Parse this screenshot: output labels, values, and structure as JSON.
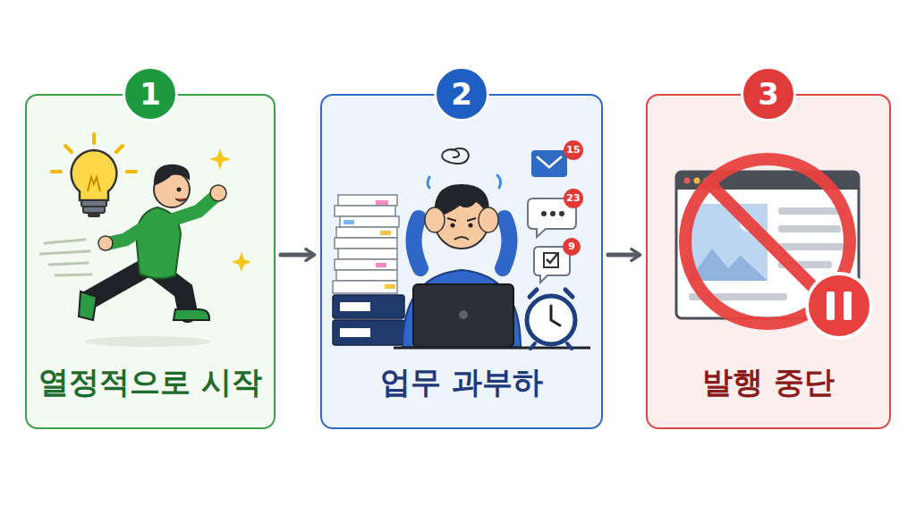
{
  "diagram": {
    "nodes": [
      {
        "text": [
          "열정적으로 시작"
        ]
      },
      {
        "text": [
          "1"
        ],
        "in": 0
      },
      {
        "text": [
          "업무 과부하"
        ]
      },
      {
        "text": [
          "2"
        ],
        "in": 2
      },
      {
        "text": [
          "발행 중단"
        ]
      },
      {
        "text": [
          "3"
        ],
        "in": 4
      }
    ],
    "edges": [
      {
        "from": 0,
        "to": 2,
        "arrow": "to"
      },
      {
        "from": 2,
        "to": 4,
        "arrow": "to"
      }
    ],
    "labels": [
      "15",
      "23",
      "9"
    ]
  }
}
